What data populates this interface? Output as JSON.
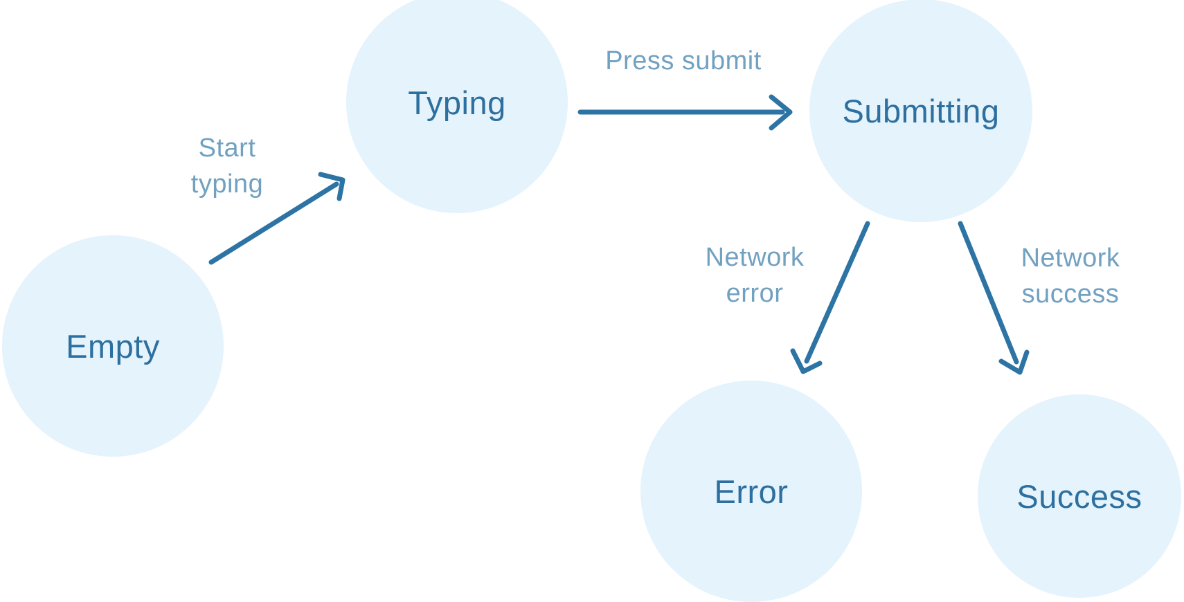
{
  "diagram": {
    "type": "state-machine",
    "colors": {
      "background": "#FFFFFF",
      "node_fill": "#E4F3FC",
      "node_text": "#2D6F9E",
      "arrow": "#2D74A4",
      "edge_label_text": "#6C9EBF"
    },
    "nodes": [
      {
        "id": "empty",
        "label": "Empty"
      },
      {
        "id": "typing",
        "label": "Typing"
      },
      {
        "id": "submitting",
        "label": "Submitting"
      },
      {
        "id": "error",
        "label": "Error"
      },
      {
        "id": "success",
        "label": "Success"
      }
    ],
    "edges": [
      {
        "from": "empty",
        "to": "typing",
        "label_line1": "Start",
        "label_line2": "typing"
      },
      {
        "from": "typing",
        "to": "submitting",
        "label_line1": "Press submit",
        "label_line2": ""
      },
      {
        "from": "submitting",
        "to": "error",
        "label_line1": "Network",
        "label_line2": "error"
      },
      {
        "from": "submitting",
        "to": "success",
        "label_line1": "Network",
        "label_line2": "success"
      }
    ]
  }
}
